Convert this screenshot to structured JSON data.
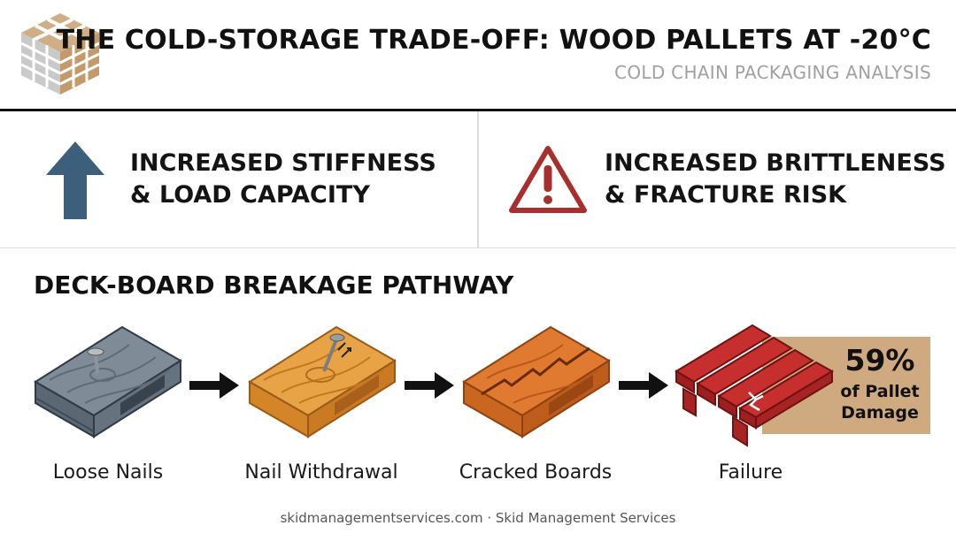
{
  "header": {
    "logo_icon": "woven-pallet-logo-icon",
    "title": "THE COLD-STORAGE TRADE-OFF: WOOD PALLETS AT -20°C",
    "subtitle": "COLD CHAIN PACKAGING ANALYSIS"
  },
  "comparison": {
    "benefit": {
      "icon": "up-arrow-icon",
      "color": "#3d5f7c",
      "line1": "INCREASED STIFFNESS",
      "line2": "& LOAD CAPACITY"
    },
    "risk": {
      "icon": "warning-triangle-icon",
      "color": "#a8302c",
      "line1": "INCREASED BRITTLENESS",
      "line2": "& FRACTURE RISK"
    }
  },
  "pathway": {
    "title": "DECK-BOARD BREAKAGE PATHWAY",
    "stages": [
      {
        "label": "Loose Nails",
        "icon": "gray-pallet-loose-nail-icon",
        "color": "#75828f"
      },
      {
        "label": "Nail Withdrawal",
        "icon": "orange-pallet-nail-withdrawal-icon",
        "color": "#e39a3c"
      },
      {
        "label": "Cracked Boards",
        "icon": "cracked-pallet-icon",
        "color": "#dd7530"
      },
      {
        "label": "Failure",
        "icon": "broken-red-pallet-icon",
        "color": "#bf2a2a"
      }
    ],
    "arrow_icon": "right-arrow-icon",
    "callout": {
      "value": "59%",
      "line1": "of Pallet",
      "line2": "Damage",
      "color": "#cfa980"
    }
  },
  "footer": {
    "text": "skidmanagementservices.com · Skid Management Services"
  }
}
